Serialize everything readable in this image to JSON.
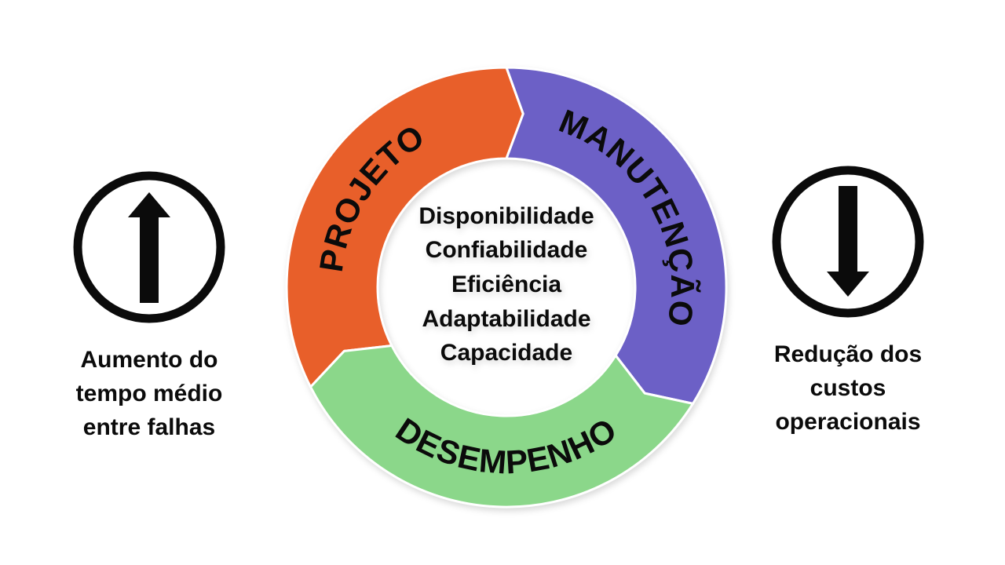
{
  "diagram": {
    "ring": {
      "flow": "clockwise",
      "segments": [
        {
          "id": "projeto",
          "label": "PROJETO",
          "color": "#E85F2A"
        },
        {
          "id": "manutencao",
          "label": "MANUTENÇÃO",
          "color": "#6C60C6"
        },
        {
          "id": "desempenho",
          "label": "DESEMPENHO",
          "color": "#8BD78A"
        }
      ],
      "center_items": [
        "Disponibilidade",
        "Confiabilidade",
        "Eficiência",
        "Adaptabilidade",
        "Capacidade"
      ]
    },
    "left_callout": {
      "icon": "arrow-up-circle",
      "lines": [
        "Aumento do",
        "tempo médio",
        "entre falhas"
      ]
    },
    "right_callout": {
      "icon": "arrow-down-circle",
      "lines": [
        "Redução dos",
        "custos",
        "operacionais"
      ]
    }
  },
  "colors": {
    "background": "#FFFFFF",
    "text": "#0B0B0B",
    "projeto": "#E85F2A",
    "manutencao": "#6C60C6",
    "desempenho": "#8BD78A"
  }
}
